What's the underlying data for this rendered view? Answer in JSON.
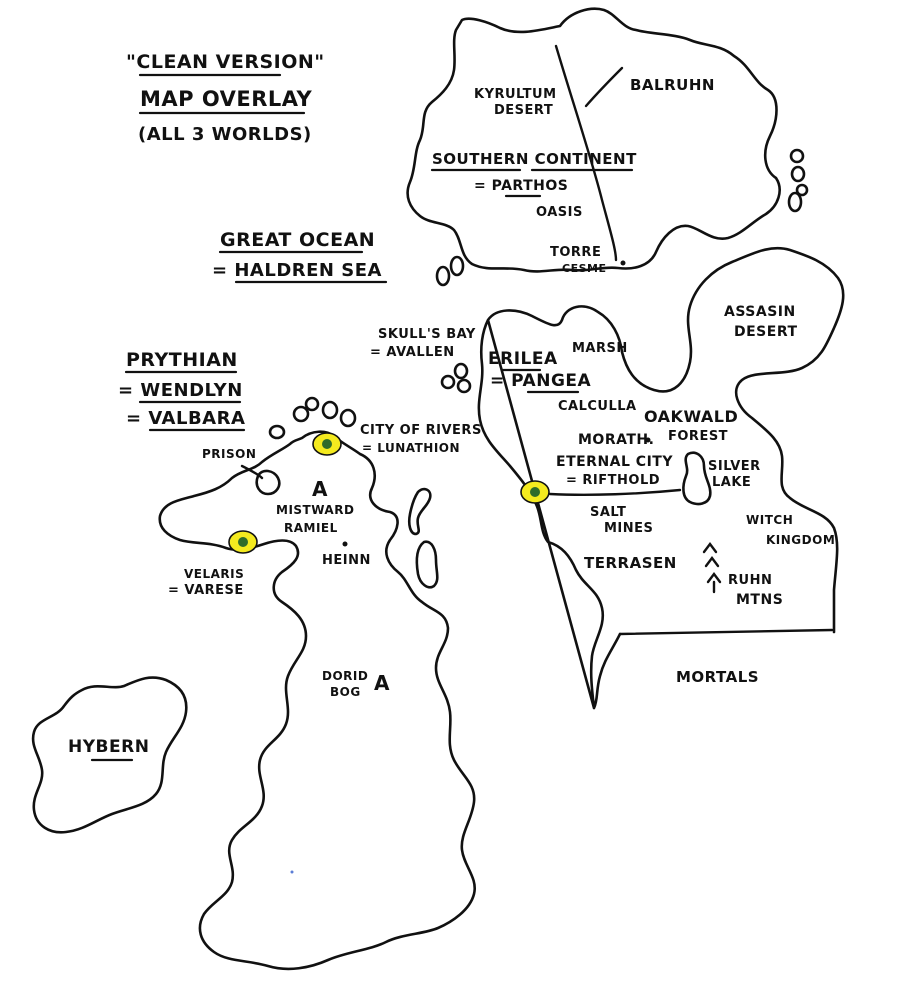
{
  "title": {
    "line1": "\"CLEAN VERSION\"",
    "line2": "MAP OVERLAY",
    "line3": "(ALL 3 WORLDS)"
  },
  "labels": {
    "kyrultum_desert_1": "KYRULTUM",
    "kyrultum_desert_2": "DESERT",
    "balruhn": "BALRUHN",
    "southern_continent": "SOUTHERN CONTINENT",
    "parthos": "= PARTHOS",
    "oasis": "OASIS",
    "torre_cesme_1": "TORRE",
    "torre_cesme_2": "CESME",
    "great_ocean": "GREAT OCEAN",
    "haldren_sea": "= HALDREN SEA",
    "skulls_bay": "SKULL'S BAY",
    "avallen": "= AVALLEN",
    "assasin_desert_1": "ASSASIN",
    "assasin_desert_2": "DESERT",
    "erilea": "ERILEA",
    "pangea": "= PANGEA",
    "marsh": "MARSH",
    "calculla": "CALCULLA",
    "oakwald_1": "OAKWALD",
    "oakwald_2": "FOREST",
    "morath": "MORATH.",
    "eternal_city": "ETERNAL CITY",
    "rifthold": "= RIFTHOLD",
    "silver_lake_1": "SILVER",
    "silver_lake_2": "LAKE",
    "salt_mines_1": "SALT",
    "salt_mines_2": "MINES",
    "witch_kingdom_1": "WITCH",
    "witch_kingdom_2": "KINGDOM",
    "terrasen": "TERRASEN",
    "ruhn_mtns_1": "RUHN",
    "ruhn_mtns_2": "MTNS",
    "mortals": "MORTALS",
    "prythian": "PRYTHIAN",
    "wendlyn": "= WENDLYN",
    "valbara": "= VALBARA",
    "prison": "PRISON",
    "city_of_rivers": "CITY OF RIVERS",
    "lunathion": "= LUNATHION",
    "mistward": "MISTWARD",
    "ramiel": "RAMIEL",
    "a_mistward": "A",
    "heinn": "HEINN",
    "velaris": "VELARIS",
    "varese": "= VARESE",
    "dorid_1": "DORID",
    "dorid_2": "BOG",
    "a_dorid": "A",
    "hybern": "HYBERN"
  },
  "colors": {
    "ink": "#111111",
    "marker_ring": "#f4ea1f",
    "marker_core": "#2f6b2a"
  }
}
